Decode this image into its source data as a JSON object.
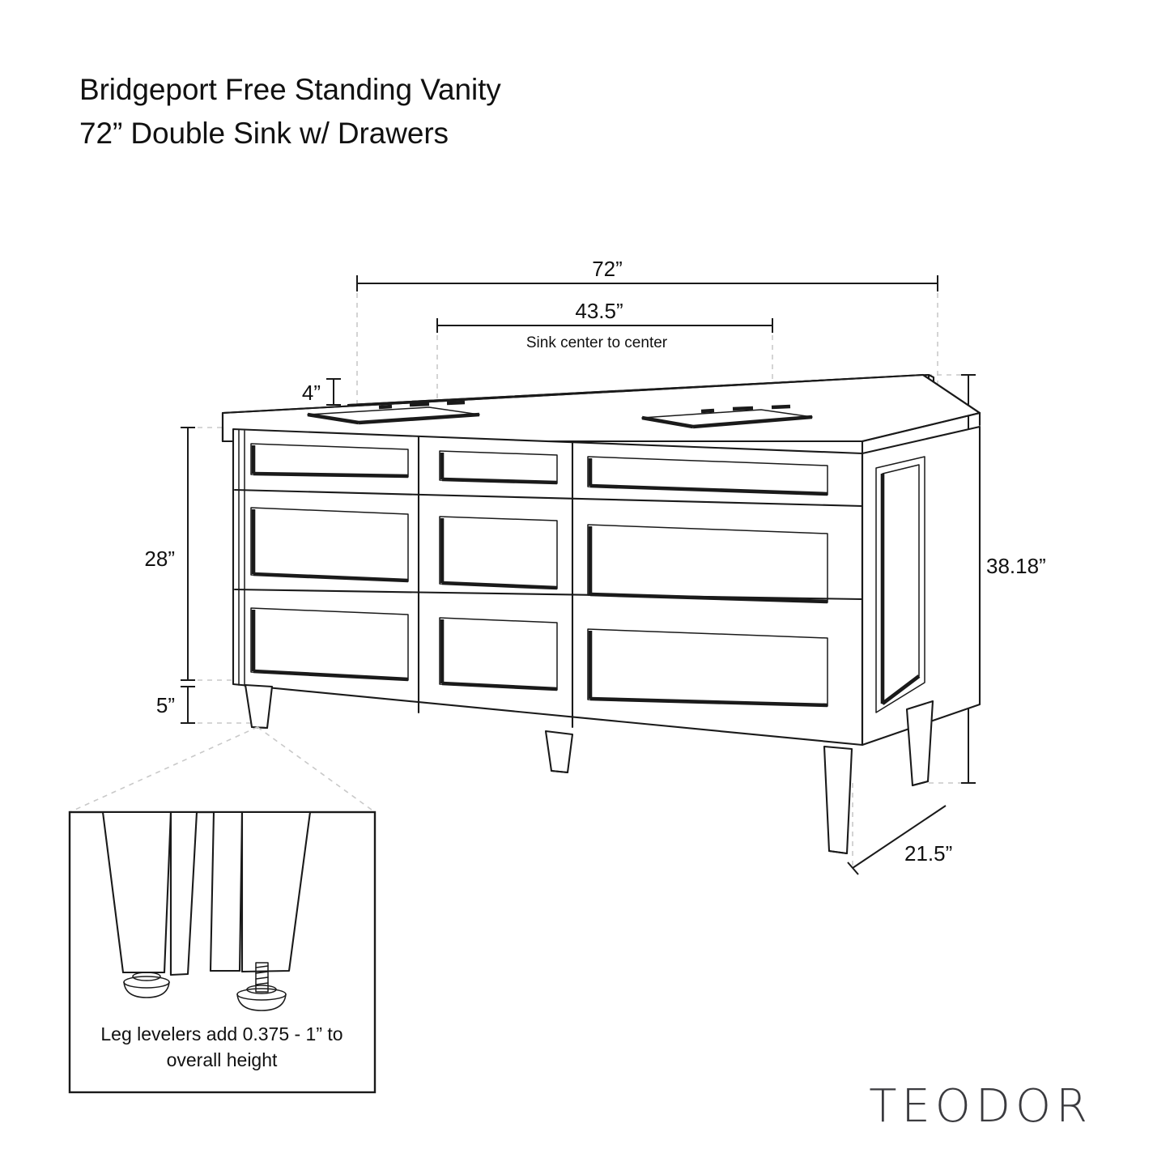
{
  "document": {
    "background_color": "#ffffff",
    "line_color": "#1a1a1a",
    "guide_color": "#c9c9c9"
  },
  "title": {
    "line1": "Bridgeport Free Standing Vanity",
    "line2": "72” Double Sink w/ Drawers"
  },
  "brand": {
    "name": "TEODOR"
  },
  "dimensions": {
    "overall_width": "72”",
    "sink_center_to_center": "43.5”",
    "sink_center_note": "Sink center to center",
    "backsplash_height": "4”",
    "counter_height": "28”",
    "leg_height": "5”",
    "overall_height": "38.18”",
    "depth": "21.5”"
  },
  "detail_callout": {
    "note_line1": "Leg levelers add 0.375 - 1” to",
    "note_line2": "overall height"
  },
  "product": {
    "cabinet_type": "free-standing-vanity",
    "drawer_columns": 3,
    "drawer_rows": 3,
    "drawer_count": 9,
    "sink_count": 2,
    "leg_count": 4,
    "leg_style": "tapered"
  }
}
